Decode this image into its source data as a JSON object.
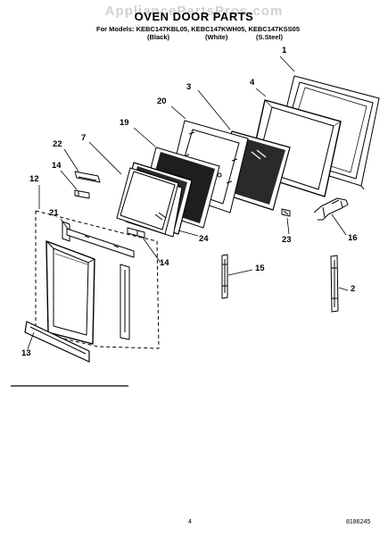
{
  "watermark": "AppliancePartsPros.com",
  "title": "OVEN DOOR PARTS",
  "models_line": "For Models: KEBC147KBL05, KEBC147KWH05, KEBC147KSS05",
  "finishes": [
    "(Black)",
    "(White)",
    "(S.Steel)"
  ],
  "callouts": [
    "1",
    "3",
    "4",
    "20",
    "19",
    "7",
    "22",
    "14",
    "12",
    "21",
    "24",
    "14",
    "23",
    "16",
    "15",
    "2",
    "13"
  ],
  "footer": {
    "page_number": "4",
    "doc_number": "8186245"
  }
}
